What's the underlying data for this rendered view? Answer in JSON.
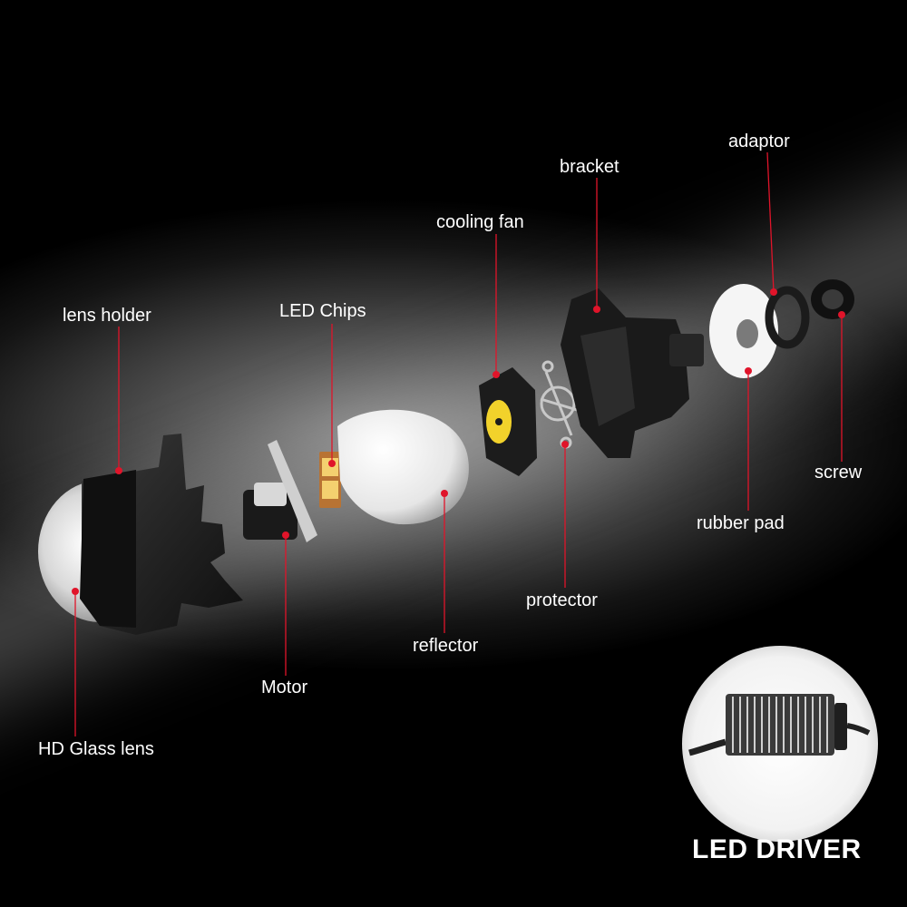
{
  "labels": {
    "lens_holder": "lens holder",
    "led_chips": "LED Chips",
    "cooling_fan": "cooling fan",
    "bracket": "bracket",
    "adaptor": "adaptor",
    "screw": "screw",
    "rubber_pad": "rubber pad",
    "protector": "protector",
    "reflector": "reflector",
    "motor": "Motor",
    "hd_glass_lens": "HD Glass lens",
    "led_driver": "LED DRIVER"
  },
  "colors": {
    "leader_line": "#e0142a",
    "label_text": "#ffffff"
  }
}
